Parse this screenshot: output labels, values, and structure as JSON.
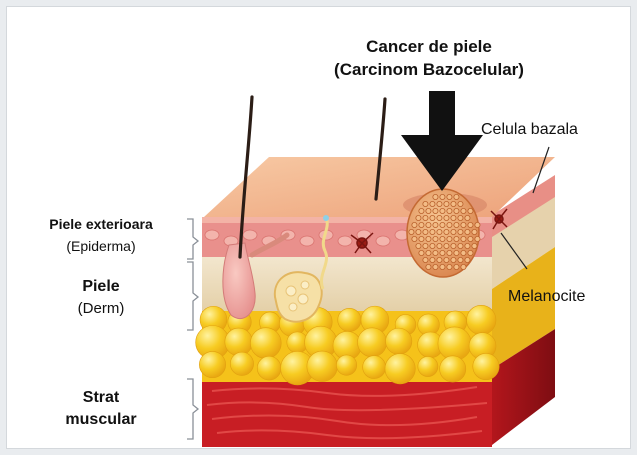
{
  "title": {
    "line1": "Cancer de piele",
    "line2": "(Carcinom Bazocelular)"
  },
  "labels": {
    "epidermis_name": "Piele exterioara",
    "epidermis_latin": "(Epiderma)",
    "dermis_name": "Piele",
    "dermis_latin": "(Derm)",
    "muscle_line1": "Strat",
    "muscle_line2": "muscular",
    "basal_cell": "Celula bazala",
    "melanocytes": "Melanocite"
  },
  "colors": {
    "background": "#e9ecef",
    "skin_surface": "#f2b58e",
    "epidermis": "#e9908c",
    "dermis": "#eee0c4",
    "fat": "#f5c21a",
    "muscle": "#c81e24",
    "tumor": "#e7a06a",
    "arrow": "#111111"
  }
}
